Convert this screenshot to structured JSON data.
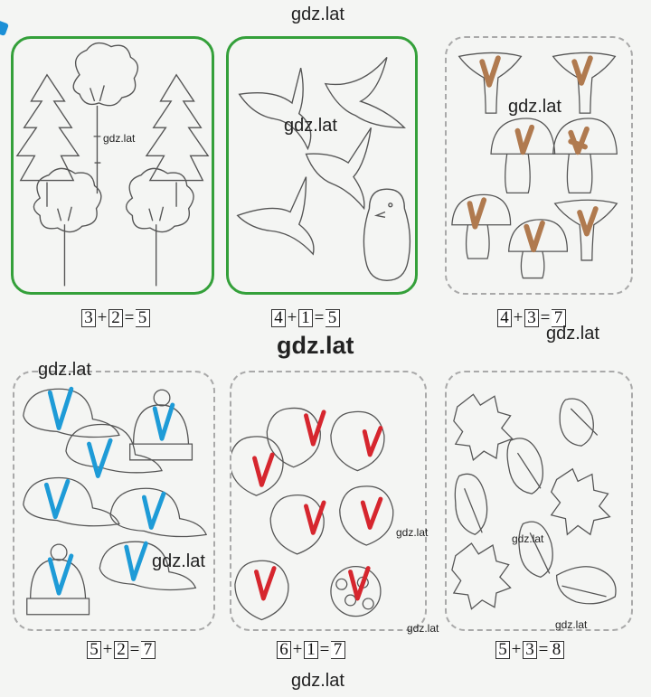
{
  "watermarks": {
    "top": "gdz.lat",
    "bottom": "gdz.lat",
    "center": "gdz.lat",
    "big_1": "gdz.lat",
    "big_2": "gdz.lat",
    "big_3": "gdz.lat",
    "small_1": "gdz.lat",
    "small_2": "gdz.lat",
    "small_3": "gdz.lat",
    "small_4": "gdz.lat",
    "small_5": "gdz.lat",
    "small_6": "gdz.lat"
  },
  "equations": [
    {
      "a": "3",
      "op": "+",
      "b": "2",
      "eq": "=",
      "r": "5"
    },
    {
      "a": "4",
      "op": "+",
      "b": "1",
      "eq": "=",
      "r": "5"
    },
    {
      "a": "4",
      "op": "+",
      "b": "3",
      "eq": "=",
      "r": "7"
    },
    {
      "a": "5",
      "op": "+",
      "b": "2",
      "eq": "=",
      "r": "7"
    },
    {
      "a": "6",
      "op": "+",
      "b": "1",
      "eq": "=",
      "r": "7"
    },
    {
      "a": "5",
      "op": "+",
      "b": "3",
      "eq": "=",
      "r": "8"
    }
  ],
  "colors": {
    "green_outline": "#34a03a",
    "check_brown": "#b07a4f",
    "check_blue": "#1e9bd7",
    "check_red": "#d6262e"
  },
  "panels": [
    {
      "picture": "trees-icon",
      "count": 5
    },
    {
      "picture": "birds-icon",
      "count": 5
    },
    {
      "picture": "mushrooms-icon",
      "count": 7
    },
    {
      "picture": "hats-icon",
      "count": 7
    },
    {
      "picture": "strawberries-icon",
      "count": 7
    },
    {
      "picture": "leaves-icon",
      "count": 8
    }
  ]
}
